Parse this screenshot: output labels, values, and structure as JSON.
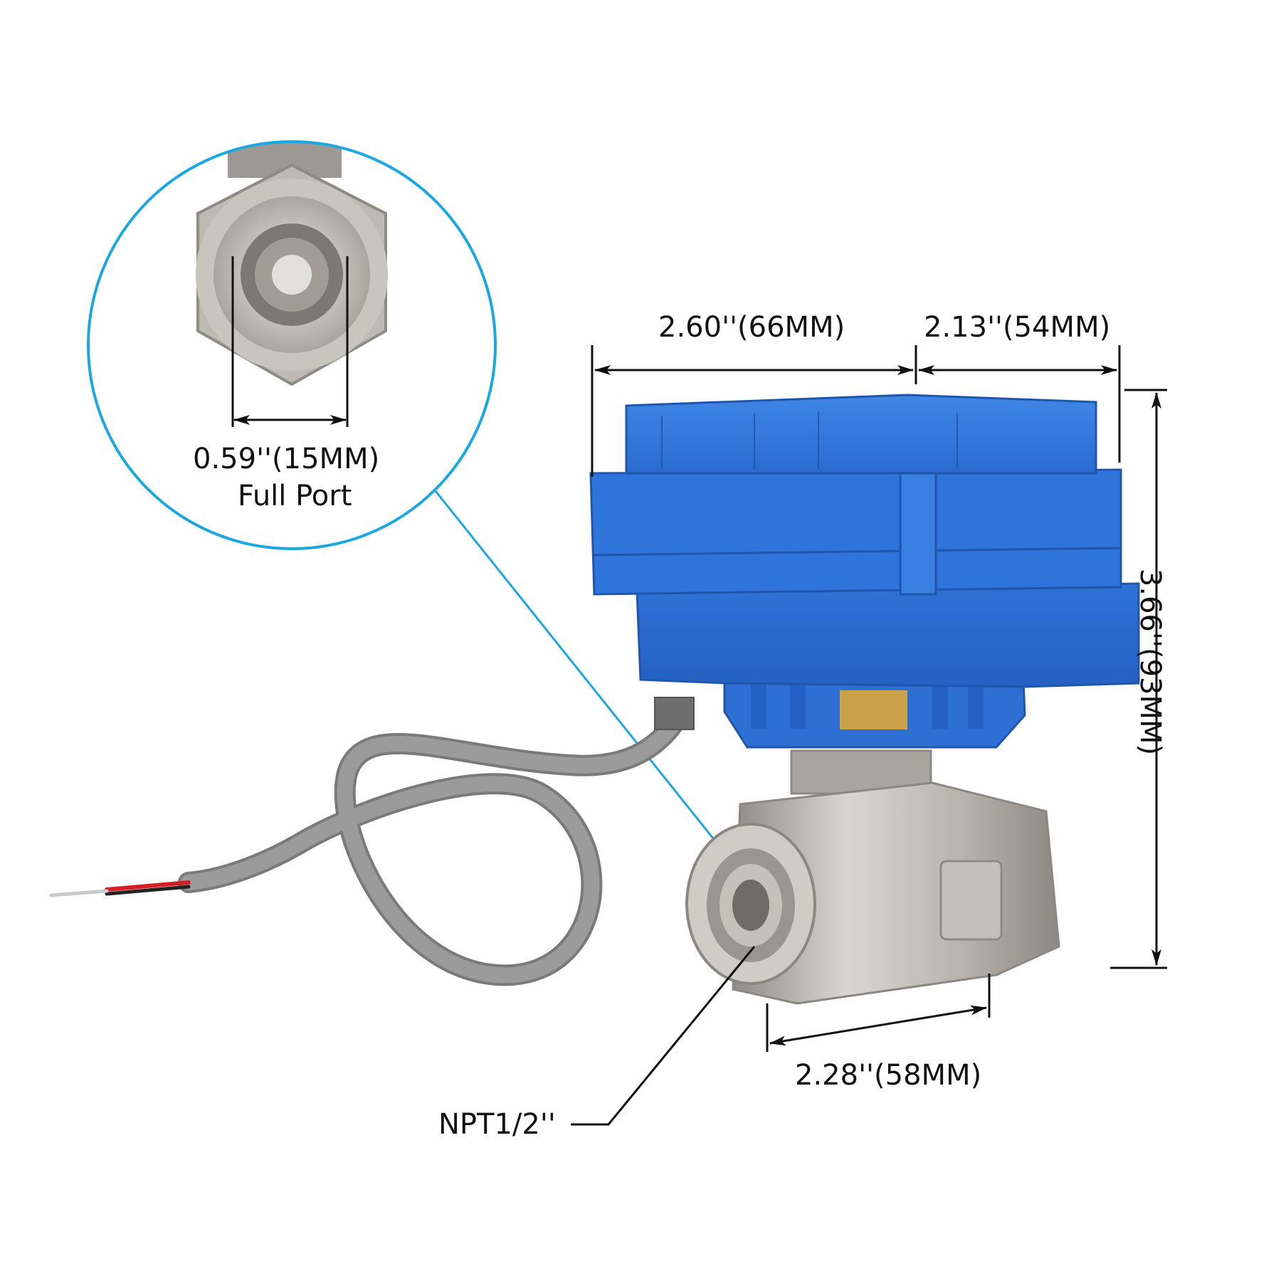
{
  "dimensions": {
    "width_top_left": "2.60''(66MM)",
    "width_top_right": "2.13''(54MM)",
    "height_right": "3.66''(93MM)",
    "body_length": "2.28''(58MM)",
    "thread": "NPT1/2''"
  },
  "port_detail": {
    "diameter": "0.59''(15MM)",
    "type": "Full Port"
  },
  "colors": {
    "callout_accent": "#1BA8E2",
    "actuator_blue": "#2B70D6",
    "steel": "#B9B6B1",
    "cable": "#8E8E8E",
    "dimension_line": "#111111"
  }
}
